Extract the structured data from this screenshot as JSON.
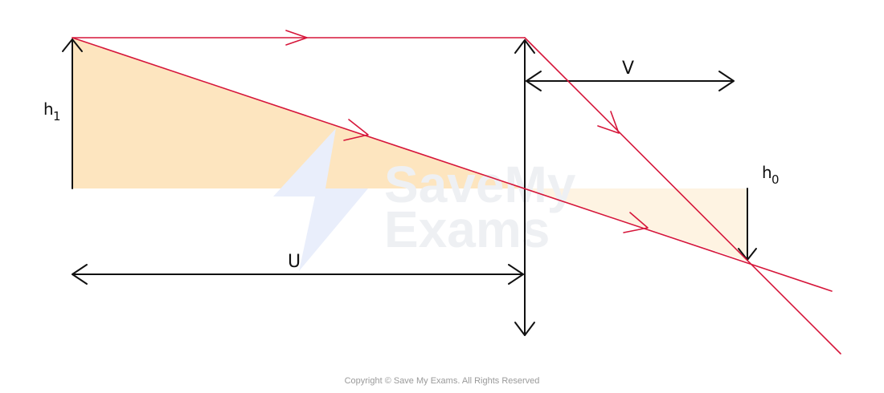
{
  "labels": {
    "object_height": "h",
    "object_height_sub": "1",
    "image_height": "h",
    "image_height_sub": "0",
    "object_distance": "U",
    "image_distance": "V"
  },
  "watermark": {
    "line1": "SaveMy",
    "line2": "Exams"
  },
  "footer": {
    "copyright": "Copyright © Save My Exams. All Rights Reserved"
  },
  "colors": {
    "ray": "#d6163a",
    "arrow": "#111111",
    "triangle_object": "#fde5bf",
    "triangle_image": "#fef3e2",
    "watermark_logo": "#e9eefb"
  }
}
